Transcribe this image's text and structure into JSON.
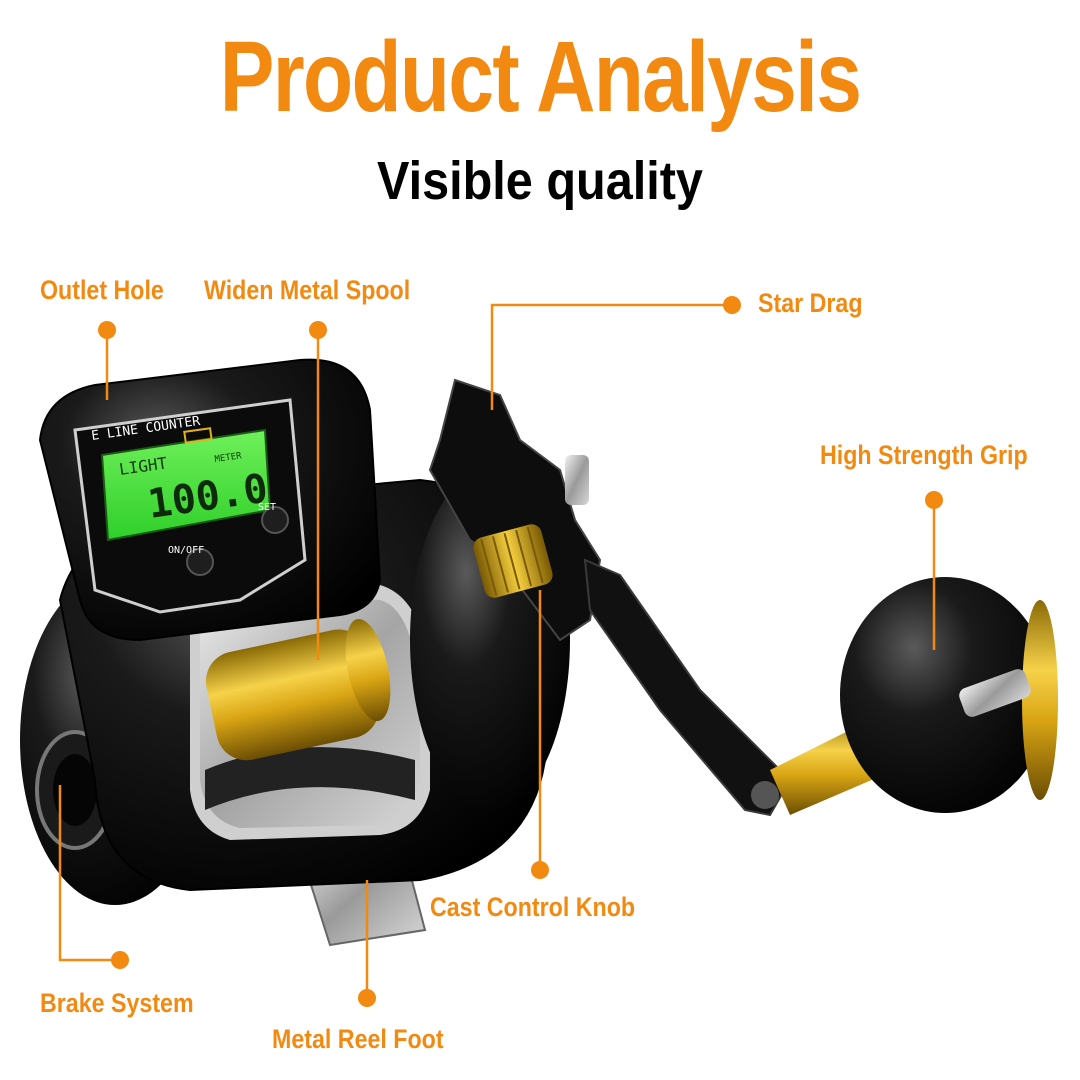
{
  "header": {
    "title": "Product Analysis",
    "subtitle": "Visible quality"
  },
  "callouts": {
    "outlet_hole": "Outlet Hole",
    "widen_metal_spool": "Widen Metal Spool",
    "star_drag": "Star Drag",
    "high_strength_grip": "High Strength Grip",
    "cast_control_knob": "Cast Control Knob",
    "brake_system": "Brake System",
    "metal_reel_foot": "Metal Reel Foot"
  },
  "reel_display": {
    "brand_text": "E LINE COUNTER",
    "mode": "LIGHT",
    "unit": "METER",
    "reading": "100.0",
    "on_off_label": "ON/OFF",
    "set_label": "SET"
  },
  "colors": {
    "accent": "#f28a12",
    "lcd": "#3fe13a",
    "gold": "#e0b21a",
    "body": "#111111"
  }
}
